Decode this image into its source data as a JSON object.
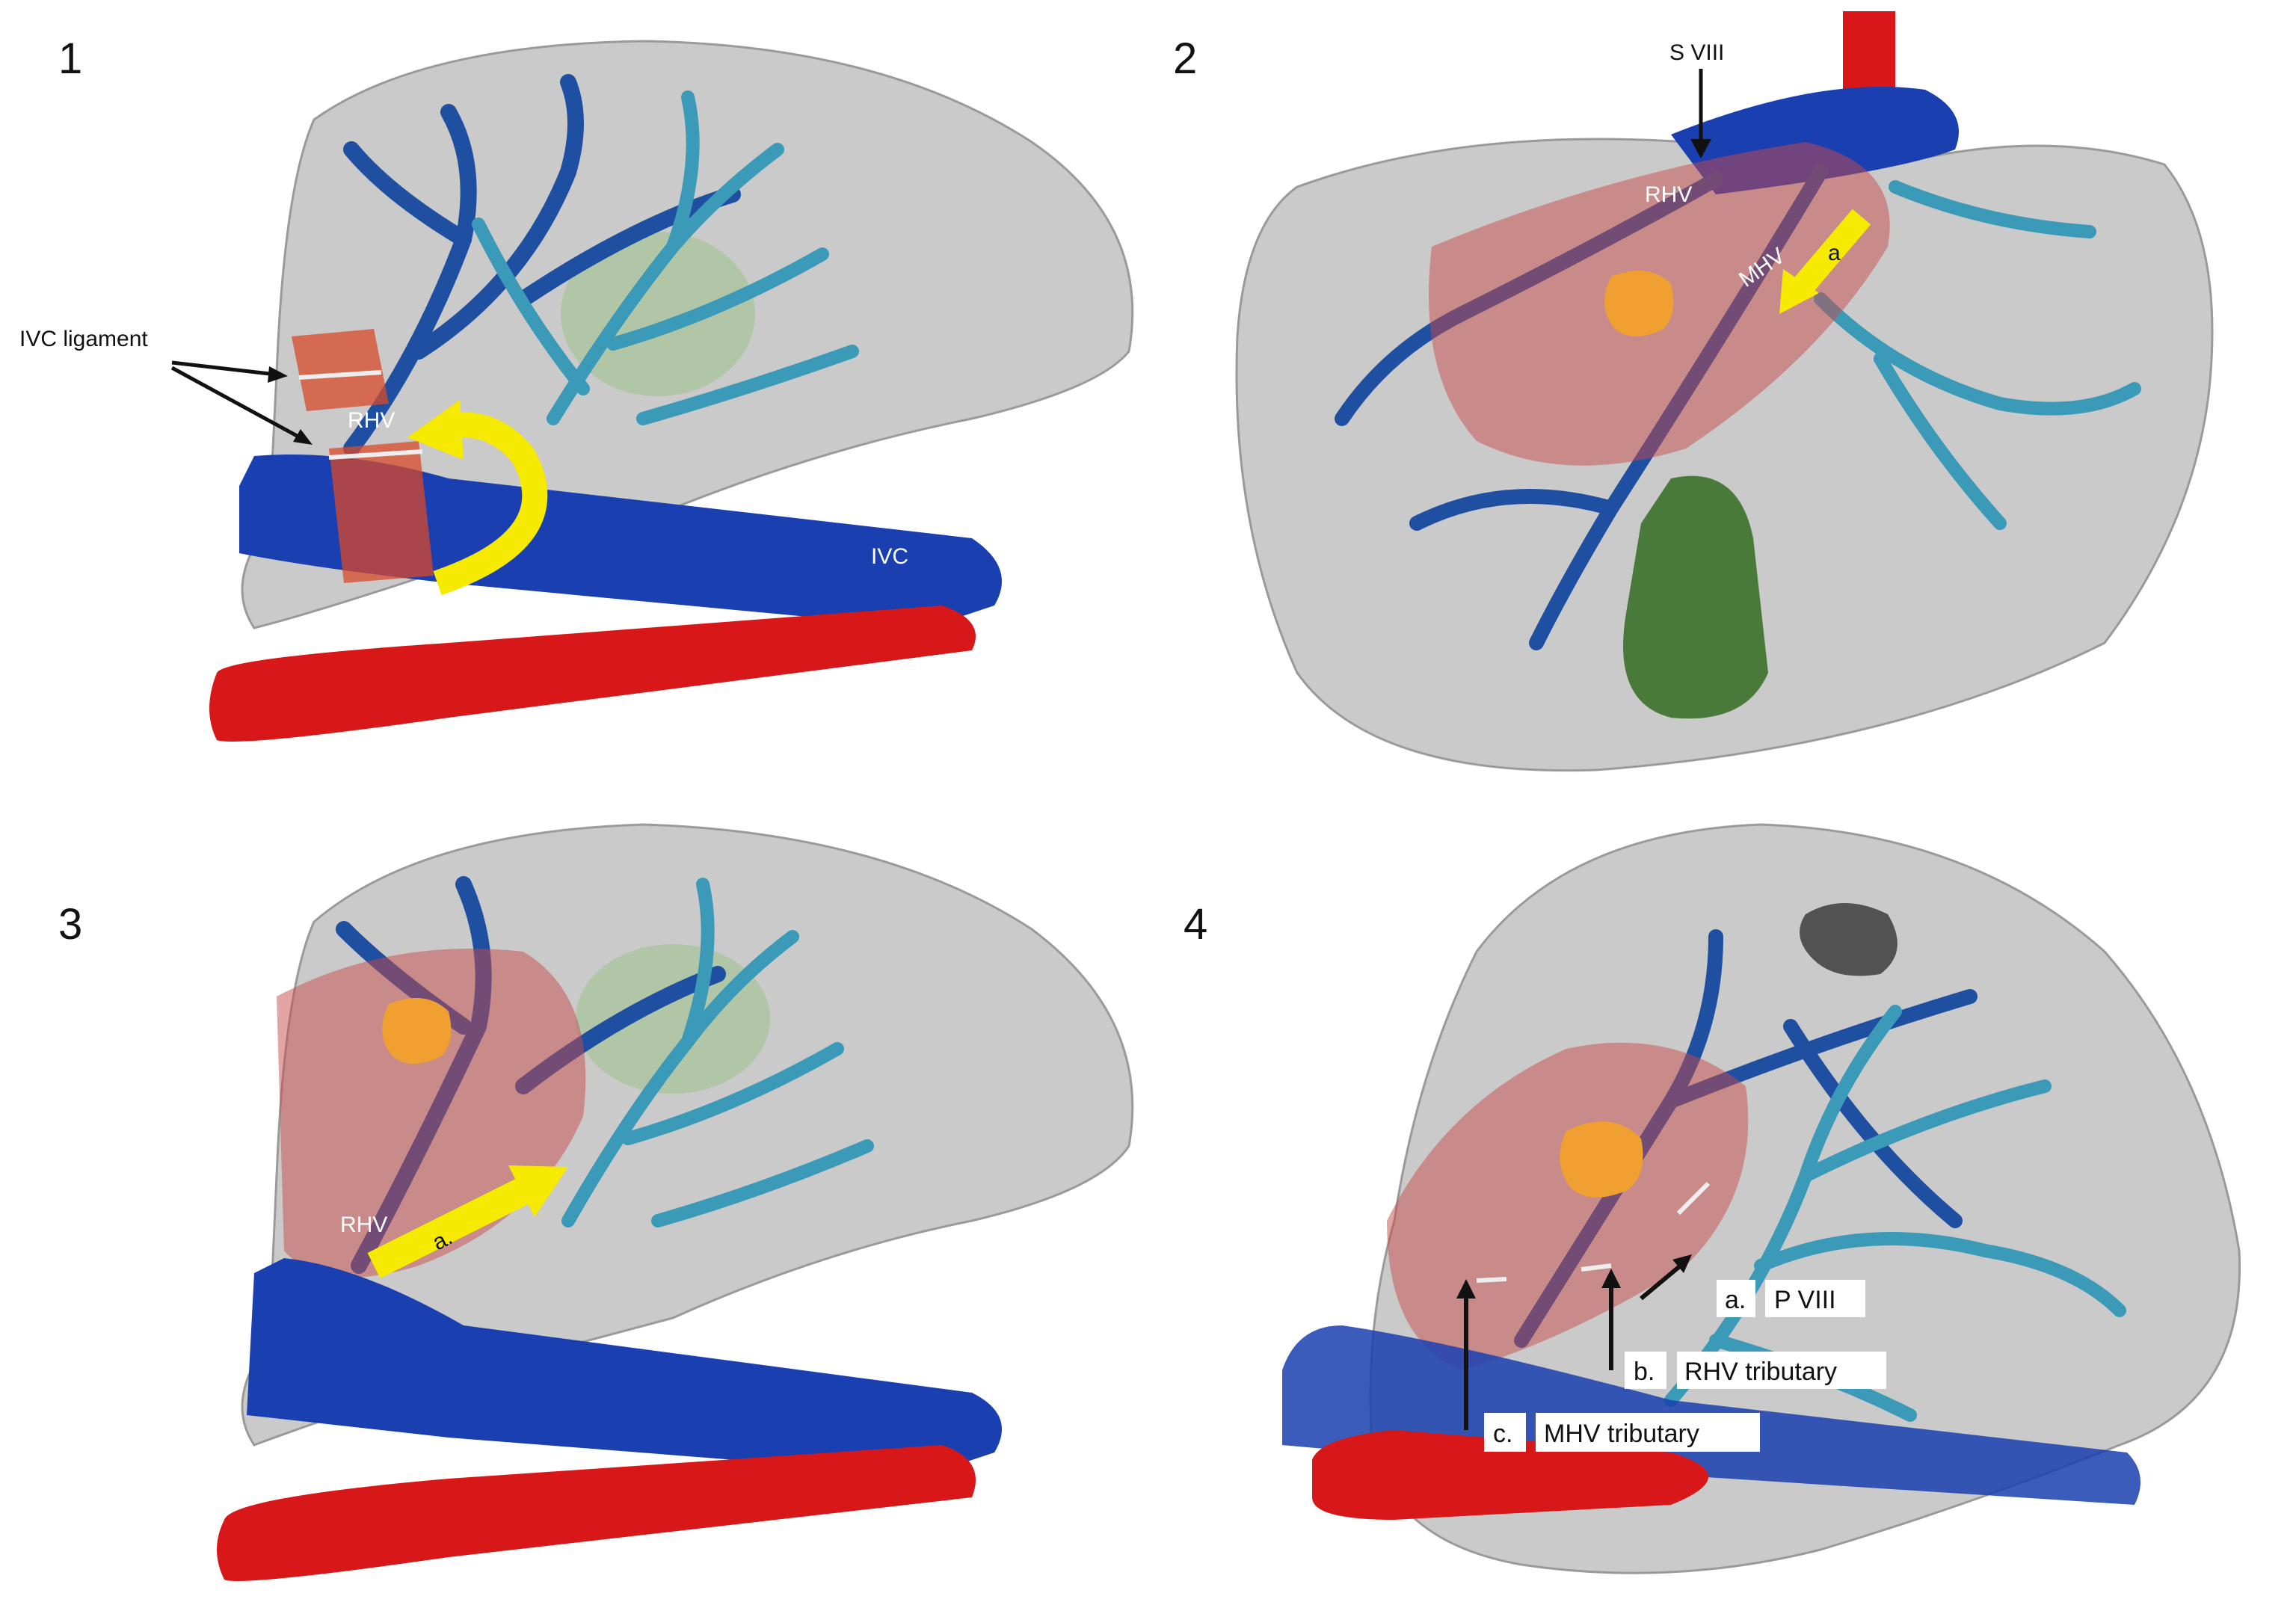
{
  "panels": [
    {
      "number": "1",
      "labels": {
        "ivc_ligament": "IVC ligament",
        "rhv": "RHV",
        "ivc": "IVC"
      }
    },
    {
      "number": "2",
      "labels": {
        "s8": "S VIII",
        "rhv": "RHV",
        "mhv": "MHV",
        "arrow": "a"
      }
    },
    {
      "number": "3",
      "labels": {
        "rhv": "RHV",
        "ivc": "IVC",
        "arrow": "a."
      }
    },
    {
      "number": "4",
      "callouts": [
        {
          "letter": "a.",
          "text": "P VIII"
        },
        {
          "letter": "b.",
          "text": "RHV tributary"
        },
        {
          "letter": "c.",
          "text": "MHV tributary"
        }
      ]
    }
  ],
  "colors": {
    "liver": "#b8b8b8",
    "hepatic_vein": "#1f4fa0",
    "portal_vein": "#3a9ab8",
    "ivc": "#1a3fb0",
    "aorta": "#d81818",
    "tumor": "#f0a030",
    "resection_zone": "#c84a4a",
    "gallbladder": "#4a7a3a",
    "arrow": "#f5ea00"
  }
}
